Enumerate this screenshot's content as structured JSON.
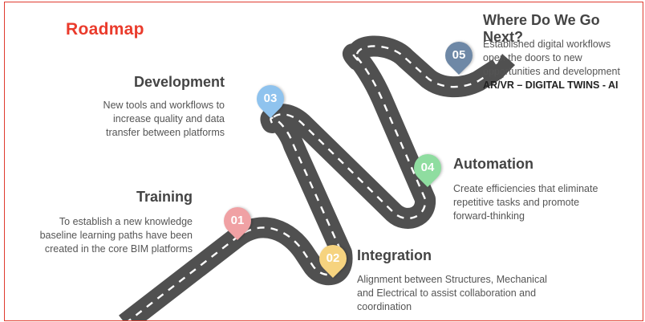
{
  "title": "Roadmap",
  "colors": {
    "title": "#ea3b2c",
    "road": "#505050",
    "road_dashes": "#ffffff",
    "pin_01": "#f0a1a4",
    "pin_02": "#f6d37f",
    "pin_03": "#8fc3ee",
    "pin_04": "#8fdda0",
    "pin_05": "#6e88a6"
  },
  "stages": [
    {
      "number": "01",
      "heading": "Training",
      "description": [
        "To establish a new knowledge",
        "baseline learning paths have been",
        "created in the core BIM platforms"
      ]
    },
    {
      "number": "02",
      "heading": "Integration",
      "description": [
        "Alignment between Structures, Mechanical",
        "and Electrical to assist collaboration and",
        "coordination"
      ]
    },
    {
      "number": "03",
      "heading": "Development",
      "description": [
        "New tools and workflows to",
        "increase quality and data",
        "transfer between platforms"
      ]
    },
    {
      "number": "04",
      "heading": "Automation",
      "description": [
        "Create efficiencies that eliminate",
        "repetitive tasks and promote",
        "forward-thinking"
      ]
    },
    {
      "number": "05",
      "heading": "Where Do We Go Next?",
      "description": [
        "Established digital workflows",
        "open the doors to new",
        "opportunities and development"
      ],
      "emphasis": "AR/VR – DIGITAL TWINS - AI"
    }
  ]
}
